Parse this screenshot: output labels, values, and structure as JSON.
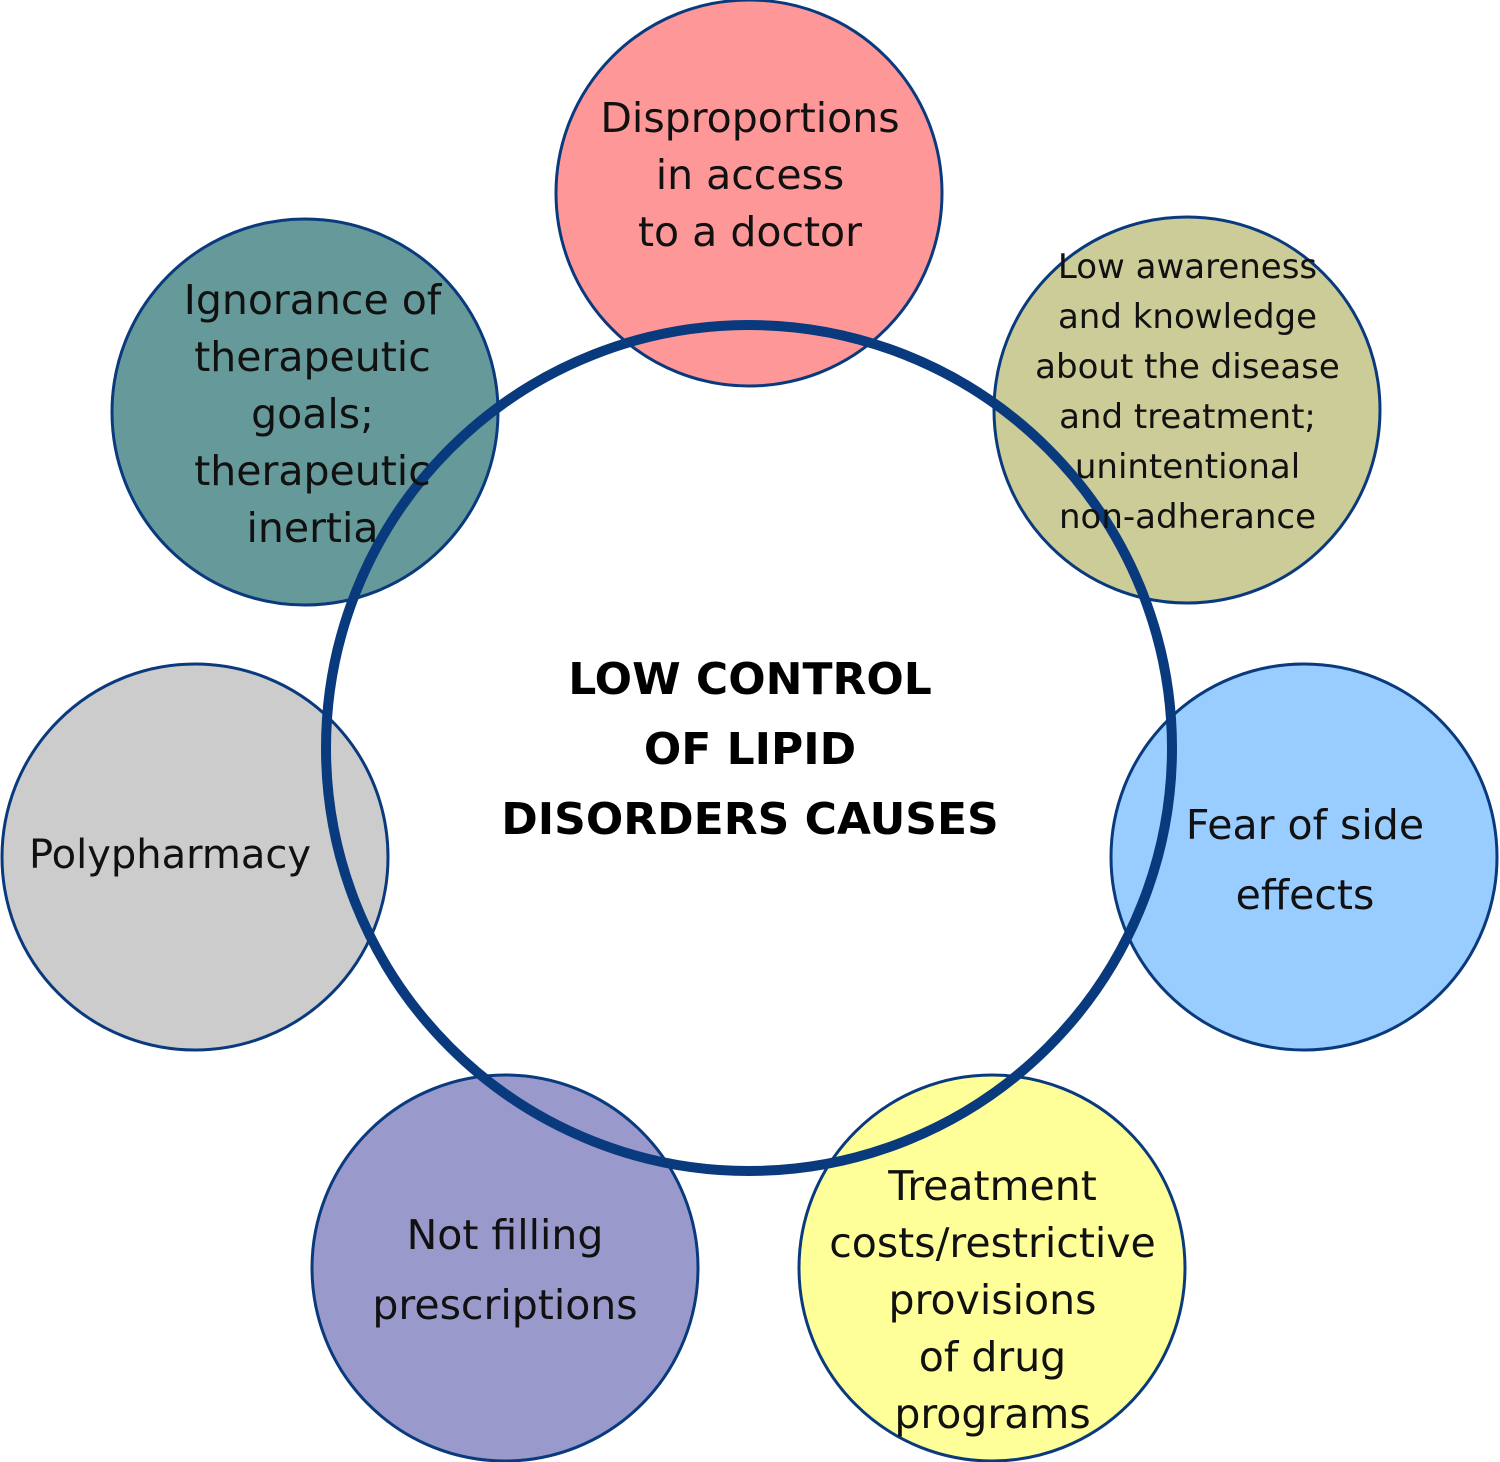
{
  "diagram": {
    "center": {
      "lines": [
        "LOW CONTROL",
        "OF LIPID",
        "DISORDERS CAUSES"
      ],
      "ring_color": "#0a3a7e"
    },
    "nodes": [
      {
        "id": "access",
        "lines": [
          "Disproportions",
          "in access",
          "to a doctor"
        ],
        "fill": "#fe9898"
      },
      {
        "id": "awareness",
        "lines": [
          "Low awareness",
          "and knowledge",
          "about the disease",
          "and treatment;",
          "unintentional",
          "non-adherance"
        ],
        "fill": "#cccc99"
      },
      {
        "id": "side-effects",
        "lines": [
          "Fear of side",
          "effects"
        ],
        "fill": "#99ccff"
      },
      {
        "id": "costs",
        "lines": [
          "Treatment",
          "costs/restrictive",
          "provisions",
          "of drug",
          "programs"
        ],
        "fill": "#ffff99"
      },
      {
        "id": "prescriptions",
        "lines": [
          "Not filling",
          "prescriptions"
        ],
        "fill": "#9999cc"
      },
      {
        "id": "polypharmacy",
        "lines": [
          "Polypharmacy"
        ],
        "fill": "#cccccc"
      },
      {
        "id": "goals",
        "lines": [
          "Ignorance of",
          "therapeutic",
          "goals;",
          "therapeutic",
          "inertia"
        ],
        "fill": "#669999"
      }
    ],
    "node_stroke": "#0a3a7e"
  }
}
